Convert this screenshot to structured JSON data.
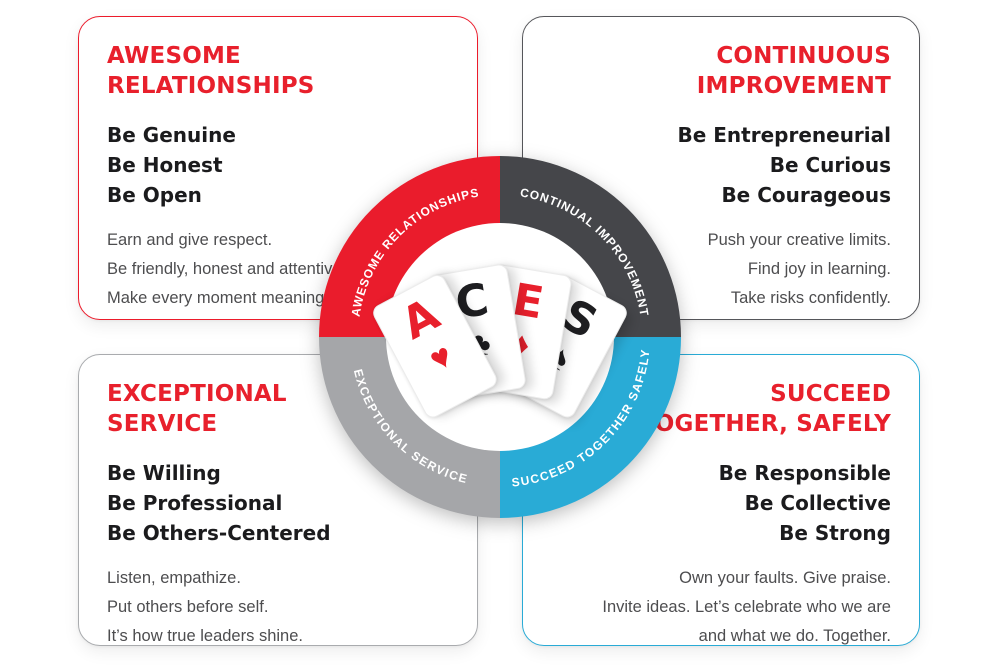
{
  "colors": {
    "title_red": "#E8202C",
    "ring_red": "#EA1C2C",
    "ring_dark": "#45464A",
    "ring_gray": "#A5A6A9",
    "ring_cyan": "#29ABD6",
    "strong_text": "#1B1B1D",
    "body_text": "#4D4D4F"
  },
  "quadrants": [
    {
      "id": "awesome-relationships",
      "accent": "#EC1B2B",
      "title_lines": [
        "AWESOME",
        "RELATIONSHIPS"
      ],
      "values": [
        "Be Genuine",
        "Be Honest",
        "Be Open"
      ],
      "description_lines": [
        "Earn and give respect.",
        "Be friendly, honest and attentive.",
        "Make every moment meaningful."
      ]
    },
    {
      "id": "continuous-improvement",
      "accent": "#55565A",
      "title_lines": [
        "CONTINUOUS",
        "IMPROVEMENT"
      ],
      "values": [
        "Be Entrepreneurial",
        "Be Curious",
        "Be Courageous"
      ],
      "description_lines": [
        "Push your creative limits.",
        "Find joy in learning.",
        "Take risks confidently."
      ]
    },
    {
      "id": "exceptional-service",
      "accent": "#A9ABAE",
      "title_lines": [
        "EXCEPTIONAL",
        "SERVICE"
      ],
      "values": [
        "Be Willing",
        "Be Professional",
        "Be Others-Centered"
      ],
      "description_lines": [
        "Listen, empathize.",
        "Put others before self.",
        "It’s how true leaders shine."
      ]
    },
    {
      "id": "succeed-together-safely",
      "accent": "#29ABD6",
      "title_lines": [
        "SUCCEED",
        "TOGETHER, SAFELY"
      ],
      "values": [
        "Be Responsible",
        "Be Collective",
        "Be Strong"
      ],
      "description_lines": [
        "Own your faults. Give praise.",
        "Invite ideas. Let’s celebrate who we are",
        "and what we do. Together."
      ]
    }
  ],
  "ring": {
    "segments": [
      {
        "label": "AWESOME RELATIONSHIPS",
        "color": "#EA1C2C"
      },
      {
        "label": "CONTINUAL IMPROVEMENT",
        "color": "#45464A"
      },
      {
        "label": "SUCCEED TOGETHER SAFELY",
        "color": "#29ABD6"
      },
      {
        "label": "EXCEPTIONAL SERVICE",
        "color": "#A5A6A9"
      }
    ]
  },
  "aces_cards": [
    {
      "letter": "A",
      "suit": "heart",
      "suit_glyph": "♥",
      "color": "#E8202C"
    },
    {
      "letter": "C",
      "suit": "club",
      "suit_glyph": "♣",
      "color": "#1E1E21"
    },
    {
      "letter": "E",
      "suit": "diamond",
      "suit_glyph": "♦",
      "color": "#E8202C"
    },
    {
      "letter": "S",
      "suit": "spade",
      "suit_glyph": "♠",
      "color": "#1E1E21"
    }
  ]
}
